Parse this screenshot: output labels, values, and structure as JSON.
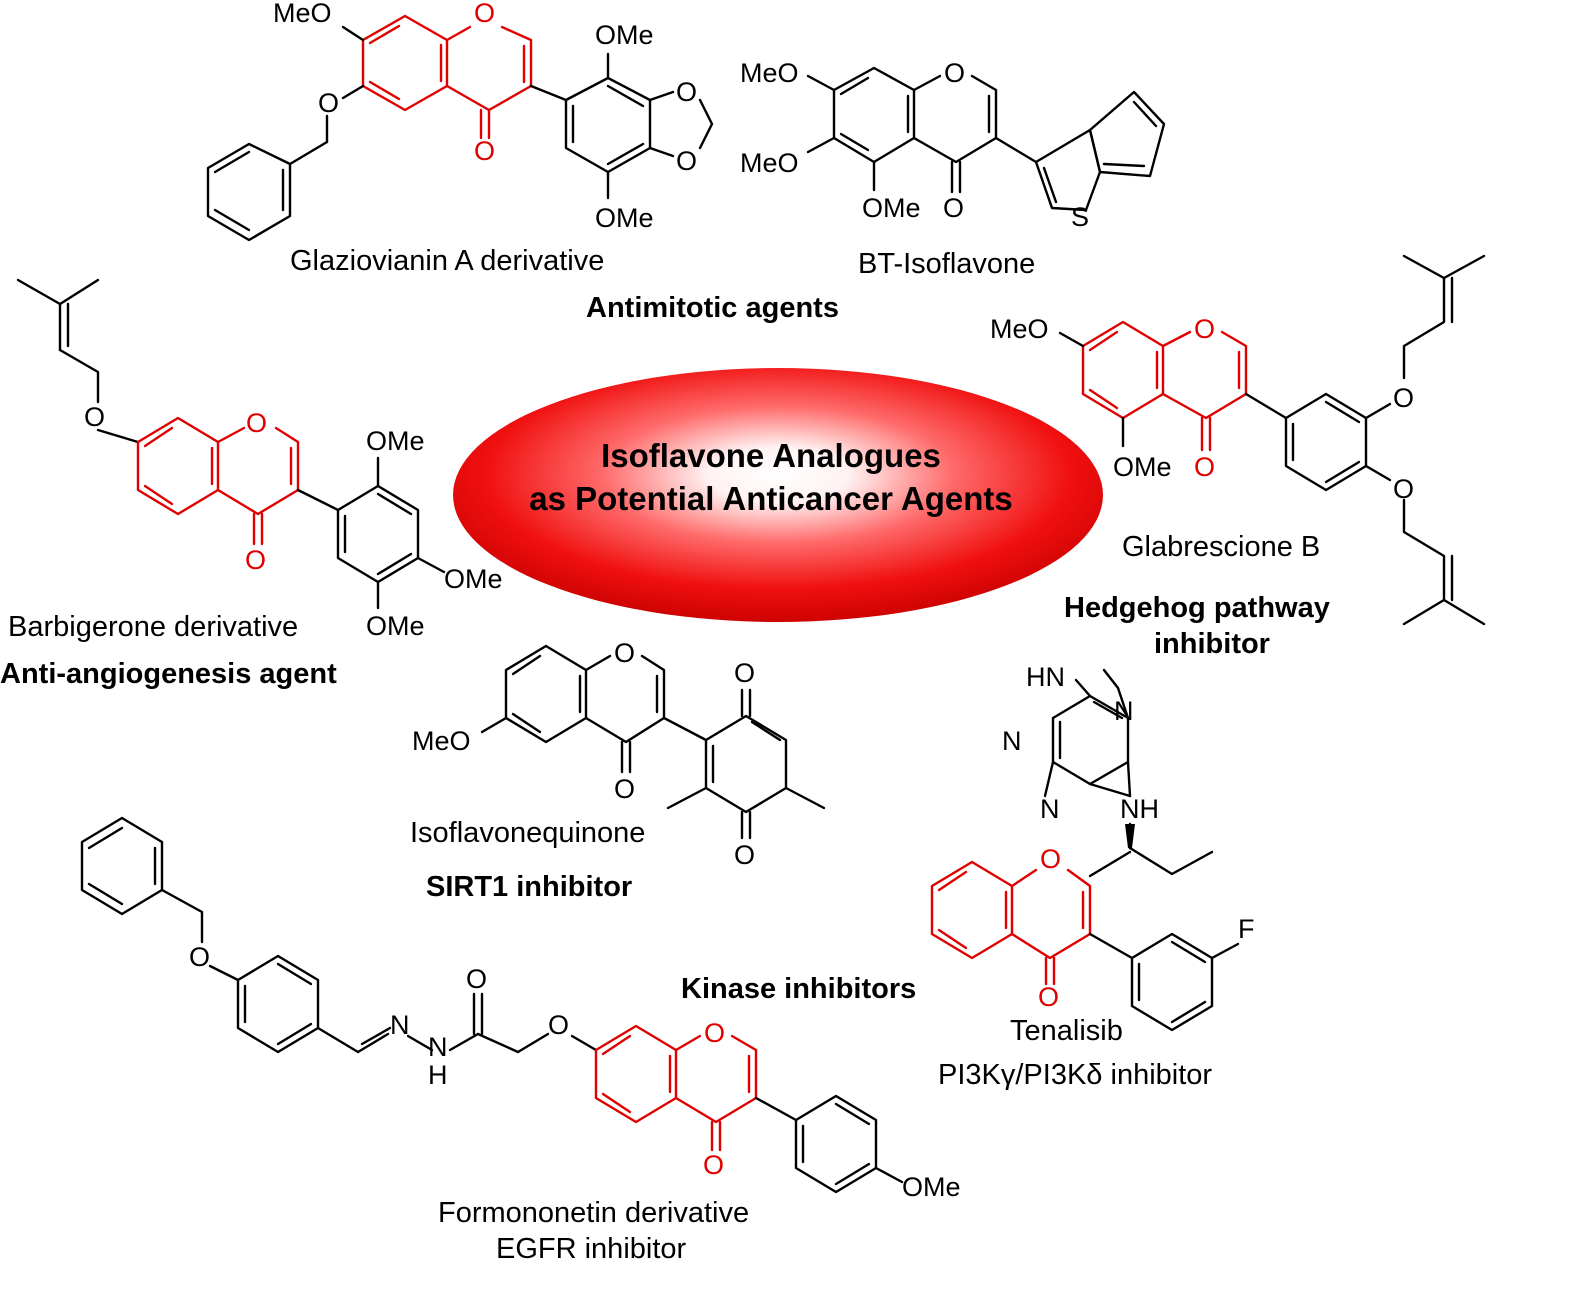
{
  "center": {
    "line1": "Isoflavone Analogues",
    "line2": "as Potential  Anticancer Agents",
    "color": "#e00000"
  },
  "compounds": {
    "glaziovianin": {
      "name": "Glaziovianin A derivative"
    },
    "bt_isoflavone": {
      "name": "BT-Isoflavone"
    },
    "antimitotic": {
      "category": "Antimitotic agents"
    },
    "glabrescione": {
      "name": "Glabrescione B",
      "category_line1": "Hedgehog pathway",
      "category_line2": "inhibitor"
    },
    "barbigerone": {
      "name": "Barbigerone derivative",
      "category": "Anti-angiogenesis agent"
    },
    "isoflavonequinone": {
      "name": "Isoflavonequinone",
      "category": "SIRT1 inhibitor"
    },
    "tenalisib": {
      "name": "Tenalisib",
      "category": "PI3Kγ/PI3Kδ inhibitor"
    },
    "kinase": {
      "category": "Kinase inhibitors"
    },
    "formononetin": {
      "name": "Formononetin derivative",
      "category": "EGFR inhibitor"
    }
  },
  "atoms": {
    "O": "O",
    "OMe": "OMe",
    "MeO": "MeO",
    "S": "S",
    "F": "F",
    "N": "N",
    "HN": "HN",
    "NH": "NH",
    "H": "H"
  },
  "colors": {
    "scaffold": "#e00000",
    "bonds": "#000000"
  }
}
